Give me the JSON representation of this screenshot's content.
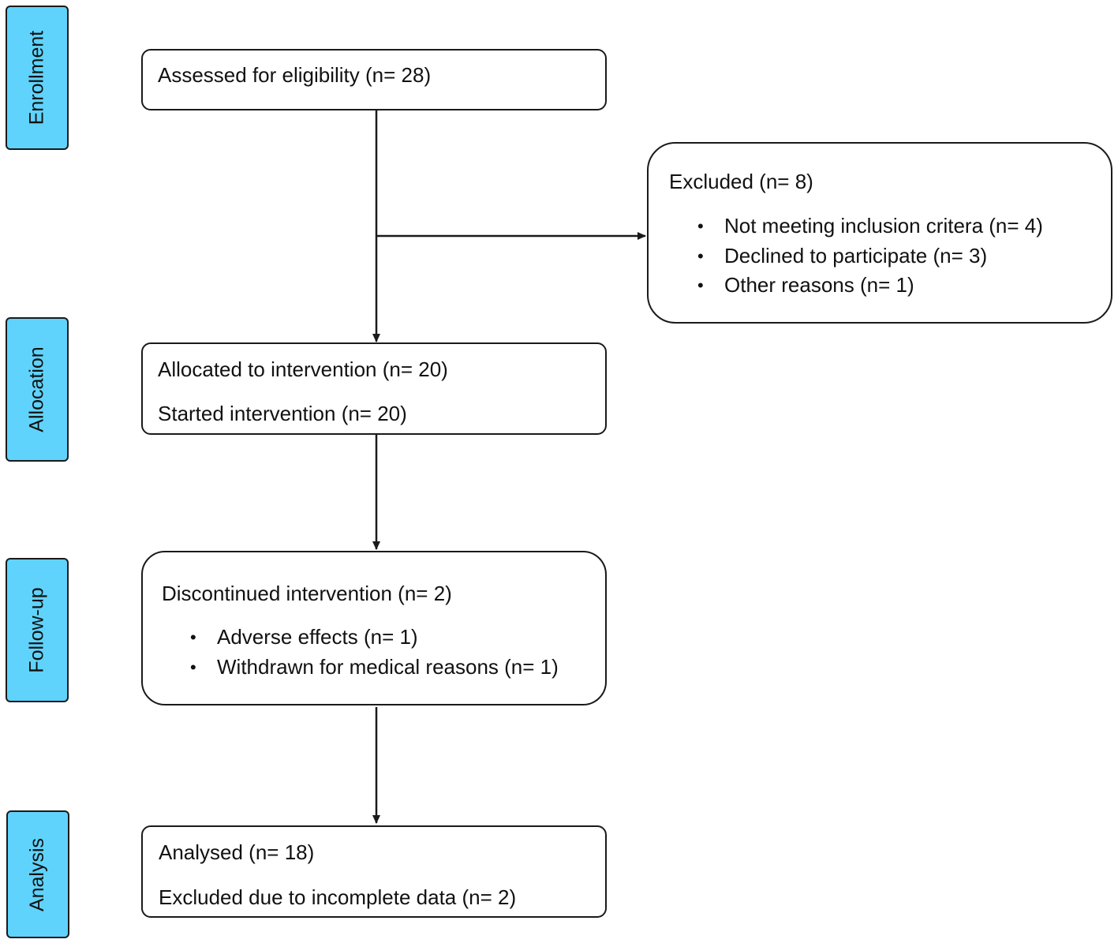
{
  "stages": {
    "enrollment": "Enrollment",
    "allocation": "Allocation",
    "follow_up": "Follow-up",
    "analysis": "Analysis"
  },
  "assessed": {
    "text": "Assessed for eligibility (n= 28)"
  },
  "excluded": {
    "title": "Excluded (n= 8)",
    "reasons": [
      "Not meeting inclusion critera (n= 4)",
      "Declined to participate (n= 3)",
      "Other reasons (n= 1)"
    ]
  },
  "allocation": {
    "allocated": "Allocated to intervention (n= 20)",
    "started": "Started intervention (n= 20)"
  },
  "follow_up": {
    "title": "Discontinued intervention (n= 2)",
    "reasons": [
      "Adverse effects (n= 1)",
      "Withdrawn for medical reasons (n= 1)"
    ]
  },
  "analysis": {
    "analysed": "Analysed (n= 18)",
    "excluded": "Excluded due to incomplete data (n= 2)"
  },
  "colors": {
    "stage_fill": "#5fd3fb",
    "stroke": "#1a1a1a"
  },
  "bullet_glyph": "•"
}
